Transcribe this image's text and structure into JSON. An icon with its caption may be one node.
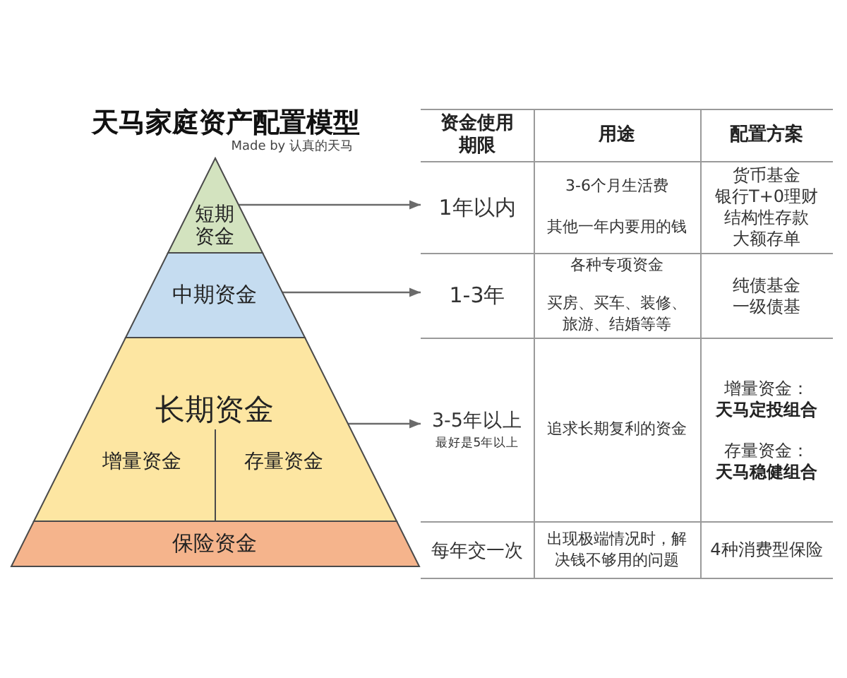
{
  "diagram": {
    "title": "天马家庭资产配置模型",
    "nodes": [
      {
        "text": [
          "短期资金"
        ]
      },
      {
        "text": [
          "中期资金"
        ]
      },
      {
        "text": [
          "长期资金"
        ]
      },
      {
        "text": [
          "增量资金"
        ],
        "in": 2
      },
      {
        "text": [
          "存量资金"
        ],
        "in": 2
      },
      {
        "text": [
          "保险资金"
        ]
      },
      {
        "text": [
          "资金使用期限",
          "用途",
          "配置方案"
        ]
      },
      {
        "text": [
          "1年以内",
          "3-6个月生活费",
          "其他一年内要用的钱",
          "货币基金",
          "银行T+0理财",
          "结构性存款",
          "大额存单"
        ]
      },
      {
        "text": [
          "1-3年",
          "各种专项资金",
          "买房、买车、装修、旅游、结婚等等",
          "纯债基金",
          "一级债基"
        ]
      },
      {
        "text": [
          "3-5年以上",
          "最好是5年以上",
          "追求长期复利的资金",
          "增量资金：",
          "天马定投组合",
          "存量资金：",
          "天马稳健组合"
        ]
      },
      {
        "text": [
          "每年交一次",
          "出现极端情况时，解决钱不够用的问题",
          "4种消费型保险"
        ]
      }
    ],
    "edges": [
      {
        "from": 0,
        "to": 7,
        "arrow": "to"
      },
      {
        "from": 1,
        "to": 8,
        "arrow": "to"
      },
      {
        "from": 2,
        "to": 9,
        "arrow": "to"
      }
    ],
    "labels": [
      "Made by 认真的天马"
    ]
  }
}
